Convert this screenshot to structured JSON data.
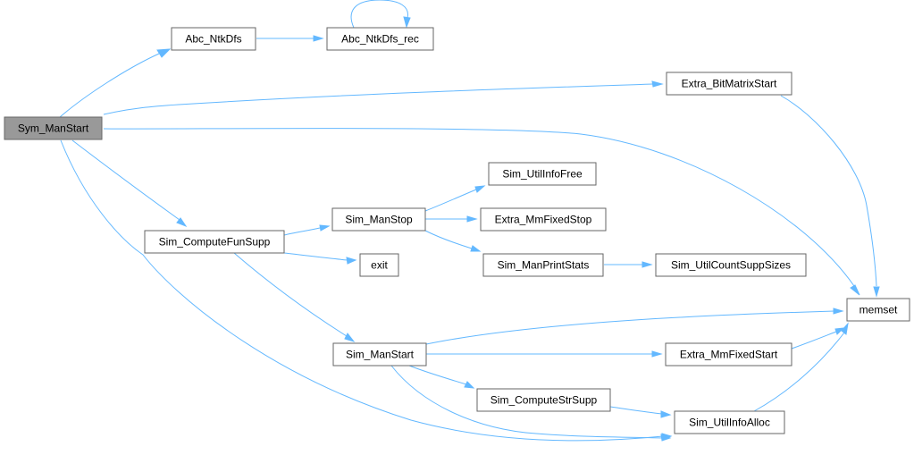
{
  "diagram": {
    "nodes": [
      {
        "id": "sym_manstart",
        "label": "Sym_ManStart",
        "root": true
      },
      {
        "id": "abc_ntkdfs",
        "label": "Abc_NtkDfs"
      },
      {
        "id": "abc_ntkdfs_rec",
        "label": "Abc_NtkDfs_rec"
      },
      {
        "id": "extra_bitmatrixstart",
        "label": "Extra_BitMatrixStart"
      },
      {
        "id": "sim_computefunsupp",
        "label": "Sim_ComputeFunSupp"
      },
      {
        "id": "sim_manstop",
        "label": "Sim_ManStop"
      },
      {
        "id": "sim_utilinfofree",
        "label": "Sim_UtilInfoFree"
      },
      {
        "id": "extra_mmfixedstop",
        "label": "Extra_MmFixedStop"
      },
      {
        "id": "sim_manprintstats",
        "label": "Sim_ManPrintStats"
      },
      {
        "id": "sim_utilcountsuppsizes",
        "label": "Sim_UtilCountSuppSizes"
      },
      {
        "id": "exit",
        "label": "exit"
      },
      {
        "id": "memset",
        "label": "memset"
      },
      {
        "id": "sim_manstart",
        "label": "Sim_ManStart"
      },
      {
        "id": "extra_mmfixedstart",
        "label": "Extra_MmFixedStart"
      },
      {
        "id": "sim_computestrsupp",
        "label": "Sim_ComputeStrSupp"
      },
      {
        "id": "sim_utilinfoalloc",
        "label": "Sim_UtilInfoAlloc"
      }
    ],
    "edges": [
      {
        "from": "sym_manstart",
        "to": "abc_ntkdfs"
      },
      {
        "from": "abc_ntkdfs",
        "to": "abc_ntkdfs_rec"
      },
      {
        "from": "abc_ntkdfs_rec",
        "to": "abc_ntkdfs_rec"
      },
      {
        "from": "sym_manstart",
        "to": "extra_bitmatrixstart"
      },
      {
        "from": "sym_manstart",
        "to": "memset"
      },
      {
        "from": "sym_manstart",
        "to": "sim_computefunsupp"
      },
      {
        "from": "sym_manstart",
        "to": "sim_utilinfoalloc"
      },
      {
        "from": "extra_bitmatrixstart",
        "to": "memset"
      },
      {
        "from": "sim_computefunsupp",
        "to": "sim_manstop"
      },
      {
        "from": "sim_computefunsupp",
        "to": "exit"
      },
      {
        "from": "sim_computefunsupp",
        "to": "sim_manstart"
      },
      {
        "from": "sim_manstop",
        "to": "sim_utilinfofree"
      },
      {
        "from": "sim_manstop",
        "to": "extra_mmfixedstop"
      },
      {
        "from": "sim_manstop",
        "to": "sim_manprintstats"
      },
      {
        "from": "sim_manprintstats",
        "to": "sim_utilcountsuppsizes"
      },
      {
        "from": "sim_manstart",
        "to": "memset"
      },
      {
        "from": "sim_manstart",
        "to": "extra_mmfixedstart"
      },
      {
        "from": "sim_manstart",
        "to": "sim_computestrsupp"
      },
      {
        "from": "sim_manstart",
        "to": "sim_utilinfoalloc"
      },
      {
        "from": "extra_mmfixedstart",
        "to": "memset"
      },
      {
        "from": "sim_computestrsupp",
        "to": "sim_utilinfoalloc"
      },
      {
        "from": "sim_utilinfoalloc",
        "to": "memset"
      }
    ]
  }
}
